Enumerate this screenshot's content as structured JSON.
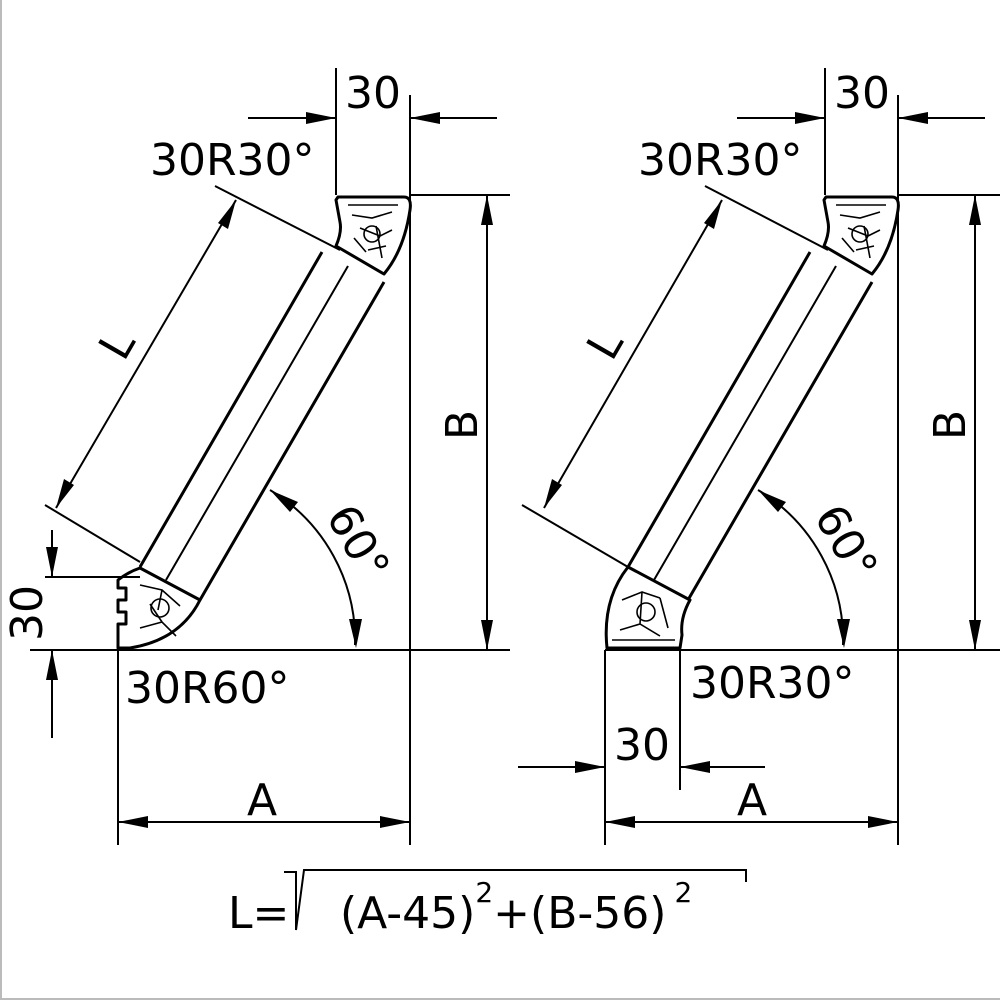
{
  "left_view": {
    "top_width": "30",
    "top_profile_label": "30R30°",
    "length_label": "L",
    "height_label": "B",
    "angle_label": "60°",
    "side_width": "30",
    "bottom_profile_label": "30R60°",
    "base_label": "A"
  },
  "right_view": {
    "top_width": "30",
    "top_profile_label": "30R30°",
    "length_label": "L",
    "height_label": "B",
    "angle_label": "60°",
    "bottom_width": "30",
    "bottom_profile_label": "30R30°",
    "base_label": "A"
  },
  "formula": {
    "lhs": "L=",
    "term1": "(A-45)",
    "exp1": "2",
    "plus": "+",
    "term2": "(B-56)",
    "exp2": "2"
  }
}
